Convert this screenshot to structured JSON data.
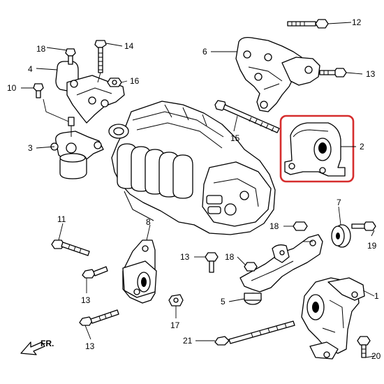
{
  "diagram": {
    "highlight_color": "#d62d2d",
    "line_color": "#000000",
    "direction_label": "FR.",
    "callouts": {
      "c1": "1",
      "c2": "2",
      "c3": "3",
      "c4": "4",
      "c5": "5",
      "c6": "6",
      "c7": "7",
      "c8": "8",
      "c10": "10",
      "c11": "11",
      "c12": "12",
      "c13a": "13",
      "c13b": "13",
      "c13c": "13",
      "c13d": "13",
      "c14": "14",
      "c15": "15",
      "c16": "16",
      "c17": "17",
      "c18a": "18",
      "c18b": "18",
      "c18c": "18",
      "c19": "19",
      "c20": "20",
      "c21": "21"
    }
  }
}
